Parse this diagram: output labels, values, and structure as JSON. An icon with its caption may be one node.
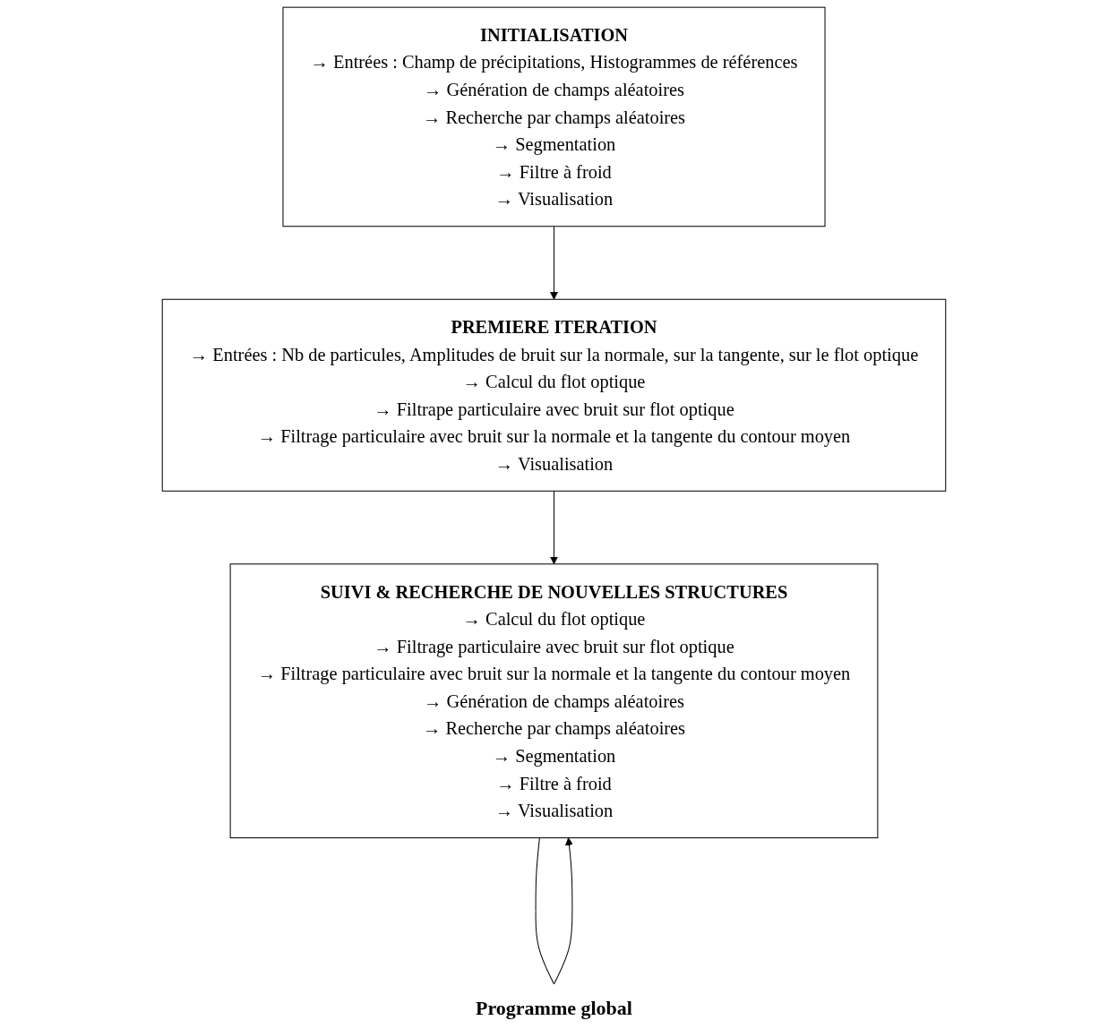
{
  "diagram": {
    "caption": "Programme global",
    "nodes": [
      {
        "text": [
          "INITIALISATION",
          "→ Entrées : Champ de précipitations, Histogrammes de références",
          "→ Génération de champs aléatoires",
          "→ Recherche par champs aléatoires",
          "→ Segmentation",
          "→ Filtre à froid",
          "→ Visualisation"
        ]
      },
      {
        "text": [
          "PREMIERE ITERATION",
          "→ Entrées : Nb de particules, Amplitudes de bruit sur la normale, sur la tangente, sur le flot optique",
          "→ Calcul du flot optique",
          "→ Filtrape particulaire avec bruit sur flot optique",
          "→ Filtrage particulaire avec bruit sur la normale et la tangente du contour moyen",
          "→ Visualisation"
        ]
      },
      {
        "text": [
          "SUIVI & RECHERCHE DE NOUVELLES STRUCTURES",
          "→ Calcul du flot optique",
          "→ Filtrage particulaire avec bruit sur flot optique",
          "→ Filtrage particulaire avec bruit sur la normale et la tangente du contour moyen",
          "→ Génération de champs aléatoires",
          "→ Recherche par champs aléatoires",
          "→ Segmentation",
          "→ Filtre à froid",
          "→ Visualisation"
        ]
      }
    ],
    "edges": [
      {
        "from": 0,
        "to": 1,
        "arrow": "to"
      },
      {
        "from": 1,
        "to": 2,
        "arrow": "to"
      },
      {
        "from": 2,
        "to": 2,
        "arrow": "to"
      }
    ]
  }
}
